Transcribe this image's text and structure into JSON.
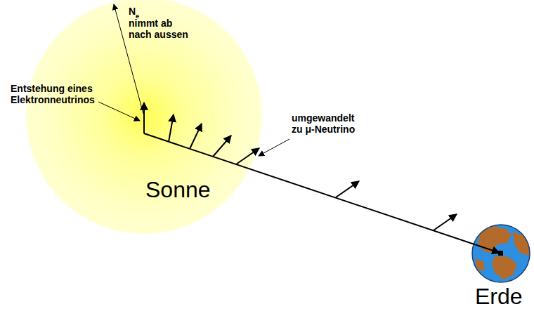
{
  "diagram": {
    "labels": [
      "N",
      "e",
      "nimmt ab nach aussen",
      "Entstehung eines Elektronneutrinos",
      "umgewandelt zu μ-Neutrino",
      "Sonne",
      "Erde"
    ]
  }
}
